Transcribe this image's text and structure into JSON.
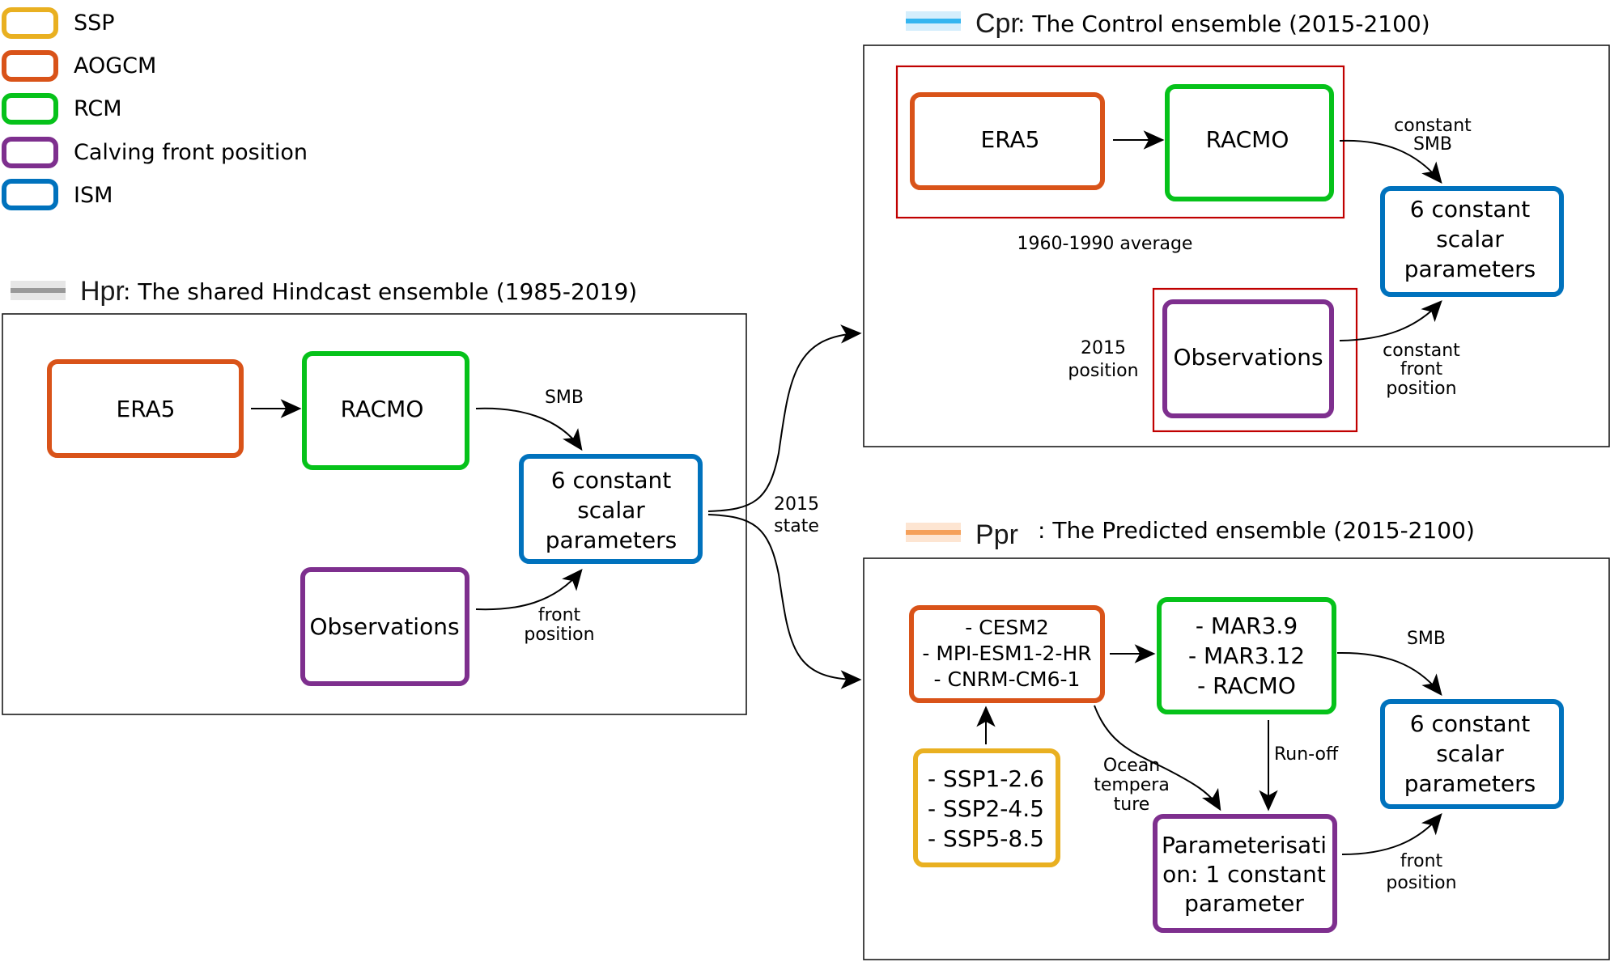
{
  "colors": {
    "ssp": "#e9b021",
    "aogcm": "#d95319",
    "rcm": "#06c21a",
    "calving": "#7e2f8e",
    "ism": "#0072bd",
    "highlight": "#c00000",
    "hindcast_line": "#999999",
    "control_line": "#33b5f0",
    "predicted_line": "#f5a05a"
  },
  "legend": [
    {
      "key": "ssp",
      "label": "SSP"
    },
    {
      "key": "aogcm",
      "label": "AOGCM"
    },
    {
      "key": "rcm",
      "label": "RCM"
    },
    {
      "key": "calving",
      "label": "Calving front position"
    },
    {
      "key": "ism",
      "label": "ISM"
    }
  ],
  "hindcast": {
    "code": "Hpr",
    "title": ": The shared Hindcast ensemble (1985-2019)",
    "nodes": {
      "era5": "ERA5",
      "racmo": "RACMO",
      "ism": [
        "6 constant",
        "scalar",
        "parameters"
      ],
      "obs": "Observations"
    },
    "edges": {
      "smb": "SMB",
      "front": [
        "front",
        "position"
      ]
    }
  },
  "transition": {
    "label": [
      "2015",
      "state"
    ]
  },
  "control": {
    "code": "Cpr",
    "title": ": The Control ensemble (2015-2100)",
    "nodes": {
      "era5": "ERA5",
      "racmo": "RACMO",
      "ism": [
        "6 constant",
        "scalar",
        "parameters"
      ],
      "obs": "Observations"
    },
    "notes": {
      "average": "1960-1990 average",
      "position": [
        "2015",
        "position"
      ]
    },
    "edges": {
      "smb": [
        "constant",
        "SMB"
      ],
      "front": [
        "constant",
        "front",
        "position"
      ]
    }
  },
  "predicted": {
    "code": "Ppr",
    "title": ": The Predicted ensemble (2015-2100)",
    "nodes": {
      "aogcm": [
        "- CESM2",
        "- MPI-ESM1-2-HR",
        "- CNRM-CM6-1"
      ],
      "rcm": [
        "- MAR3.9",
        "- MAR3.12",
        "- RACMO"
      ],
      "ism": [
        "6 constant",
        "scalar",
        "parameters"
      ],
      "ssp": [
        "- SSP1-2.6",
        "- SSP2-4.5",
        "- SSP5-8.5"
      ],
      "param": [
        "Parameterisati",
        "on: 1 constant",
        "parameter"
      ]
    },
    "edges": {
      "smb": "SMB",
      "runoff": "Run-off",
      "ocean": [
        "Ocean",
        "tempera",
        "ture"
      ],
      "front": [
        "front",
        "position"
      ]
    }
  }
}
